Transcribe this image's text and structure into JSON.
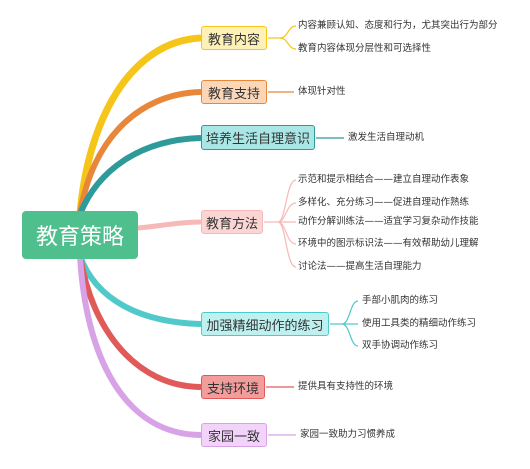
{
  "colors": {
    "root": "#4fc08d",
    "content": "#f5c518",
    "support": "#e8873a",
    "self_care": "#2f9a9a",
    "methods": "#f7b8b8",
    "fine_motor": "#4fc9c9",
    "environment": "#e05a5a",
    "home": "#d8a2e6"
  },
  "root": {
    "label": "教育策略"
  },
  "branches": [
    {
      "label": "教育内容",
      "leaves": [
        "内容兼顾认知、态度和行为，尤其突出行为部分",
        "教育内容体现分层性和可选择性"
      ]
    },
    {
      "label": "教育支持",
      "leaves": [
        "体现针对性"
      ]
    },
    {
      "label": "培养生活自理意识",
      "leaves": [
        "激发生活自理动机"
      ]
    },
    {
      "label": "教育方法",
      "leaves": [
        "示范和提示相结合——建立自理动作表象",
        "多样化、充分练习——促进自理动作熟练",
        "动作分解训练法——适宜学习复杂动作技能",
        "环境中的图示标识法——有效帮助幼儿理解",
        "讨论法——提高生活自理能力"
      ]
    },
    {
      "label": "加强精细动作的练习",
      "leaves": [
        "手部小肌肉的练习",
        "使用工具类的精细动作练习",
        "双手协调动作练习"
      ]
    },
    {
      "label": "支持环境",
      "leaves": [
        "提供具有支持性的环境"
      ]
    },
    {
      "label": "家园一致",
      "leaves": [
        "家园一致助力习惯养成"
      ]
    }
  ]
}
